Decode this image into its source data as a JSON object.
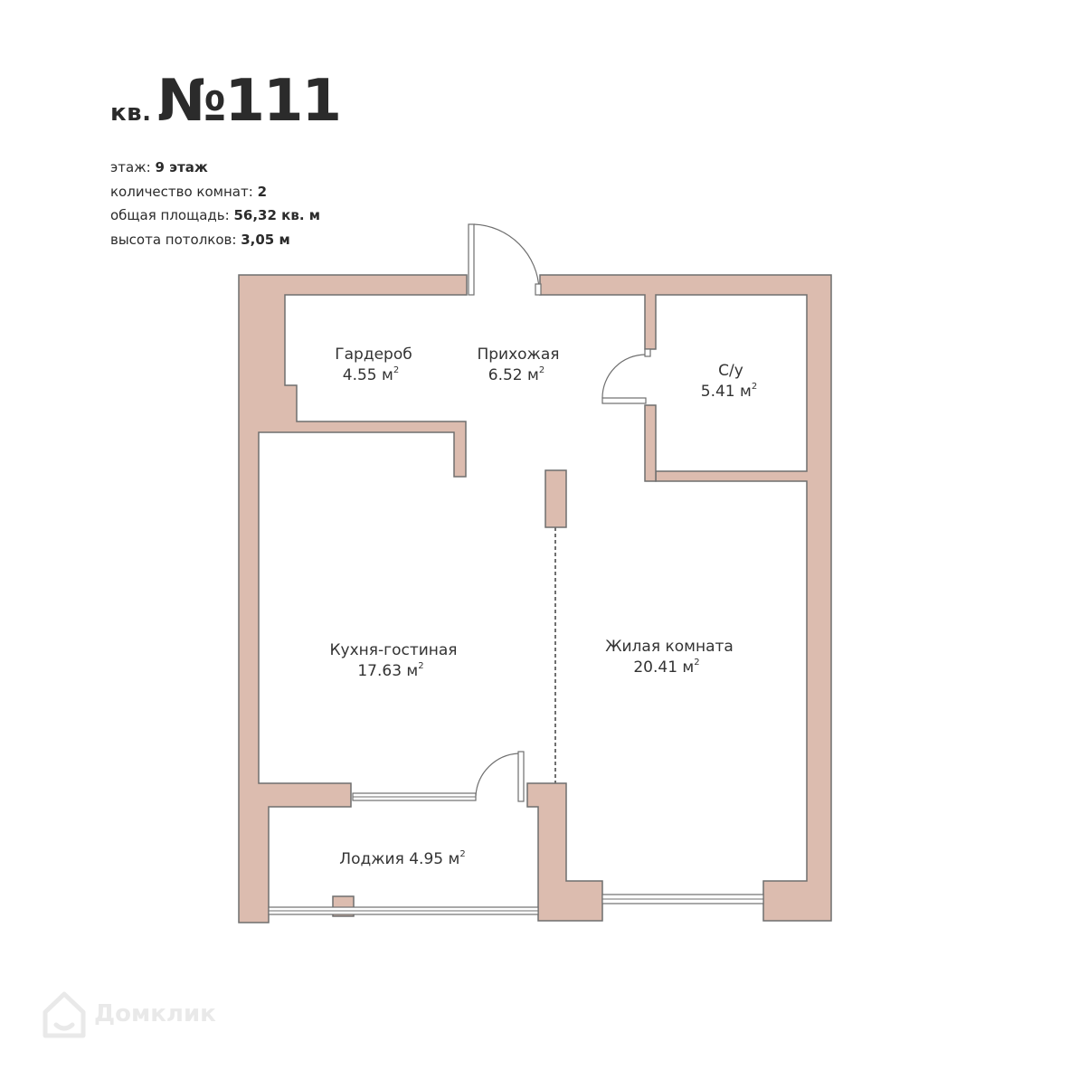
{
  "header": {
    "prefix": "кв.",
    "number": "№111"
  },
  "info": [
    {
      "label": "этаж:",
      "value": "9 этаж"
    },
    {
      "label": "количество комнат:",
      "value": "2"
    },
    {
      "label": "общая площадь:",
      "value": "56,32 кв. м"
    },
    {
      "label": "высота потолков:",
      "value": "3,05 м"
    }
  ],
  "rooms": {
    "wardrobe": {
      "name": "Гардероб",
      "area": "4.55 м"
    },
    "hallway": {
      "name": "Прихожая",
      "area": "6.52 м"
    },
    "bathroom": {
      "name": "С/у",
      "area": "5.41 м"
    },
    "kitchen": {
      "name": "Кухня-гостиная",
      "area": "17.63 м"
    },
    "living": {
      "name": "Жилая комната",
      "area": "20.41 м"
    },
    "loggia": {
      "name": "Лоджия 4.95 м"
    }
  },
  "sup": "2",
  "watermark": "Домклик",
  "colors": {
    "wall": "#dcbcaf",
    "outline": "#6f6f6f",
    "text": "#2b2b2b"
  }
}
